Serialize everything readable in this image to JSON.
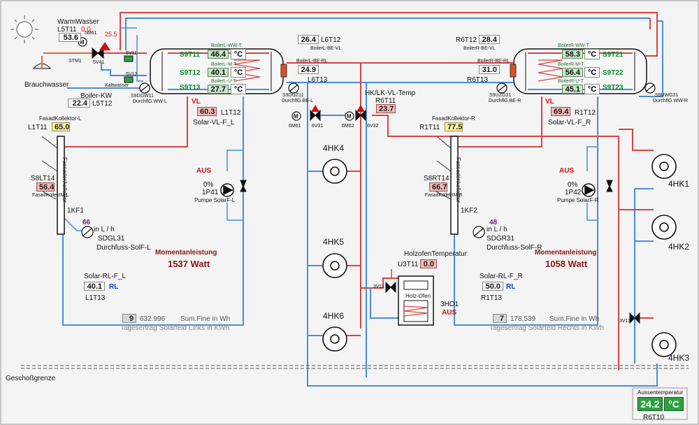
{
  "colors": {
    "hot": "#d94444",
    "cold": "#4a8cdc",
    "ww": "#e0683a",
    "outline": "#111111"
  },
  "sun": {
    "icon": "sun-icon"
  },
  "left": {
    "warmwasser_title": "WarmWasser",
    "l5t11_label": "L5T11",
    "l5t11_value": "0.0",
    "ww_value": "53.6",
    "motor_5m61": "5M61",
    "valve_5v41": "5V41",
    "stm1": "STM1",
    "temp_25": "25.5",
    "sv11": "5V11",
    "sv12": "5V12",
    "brauchwasser": "Brauchwasser",
    "boiler_kw": "Boiler-KW",
    "boiler_kw_value": "22.4",
    "l5t12": "L5T12",
    "kaltwasser": "Kaltwasser",
    "s9dgw11": "S9DGW11",
    "durchfl_w": "DurchflG.WW-L",
    "s9t11": "S9T11",
    "s9t12": "S9T12",
    "s9t13": "S9T13",
    "boiler_ww_t": "BoilerL-WW-T",
    "boiler_m_t": "BoilerL-M-T",
    "boiler_u_t": "BoilerL-U-T",
    "t1": "46.4",
    "t2": "40.1",
    "t3": "27.7",
    "unit_c": "°C",
    "be_vl_value": "26.4",
    "l6t12": "L6T12",
    "be_vl_label": "BoilerL-BE-VL",
    "be_rl_label": "BoilerL-BE-RL",
    "be_rl_value": "24.9",
    "l6t13": "L6T13",
    "s9dgz11": "S9DGZ11",
    "durchfl_be": "DurchflG.BE-L",
    "vl_label": "VL",
    "vl_value": "60.3",
    "l1t12": "L1T12",
    "solar_vl": "Solar-VL-F_L",
    "fasad_kollektor": "FasadKollektor-L",
    "l1t11": "L1T11",
    "l1t11_value": "65.0",
    "s8lt14": "S8LT14",
    "s8lt14_value": "56.4",
    "fasad_kollekt_m": "FasadKollektM-L",
    "fassaden_kollektor": "Fassadenkollektor",
    "kf1": "1KF1",
    "aus": "AUS",
    "percent": "0%",
    "pump_1p41": "1P41",
    "pumpe_solar": "Pumpe SolarF-L",
    "flow_value": "66",
    "flow_unit": "in L / h",
    "sdgl31": "SDGL31",
    "durchfluss": "Durchfuss-SolF-L",
    "solar_rl": "Solar-RL-F_L",
    "rl_value": "40.1",
    "rl_label": "RL",
    "l1t13": "L1T13",
    "momentan_label": "Momentanleistung",
    "momentan_value": "1537 Watt",
    "tages_count": "9",
    "tages_value": "632.996",
    "tages_unit": "Sum.Fine in Wh",
    "tages_label": "Tagesertrag Solarfeld Links in KWh"
  },
  "center": {
    "hk_vl_temp_label": "HK/LK-VL-Temp",
    "r6t11": "R6T11",
    "r6t11_value": "23.7",
    "m61": "6M61",
    "v31": "6V31",
    "m62": "6M62",
    "v32": "6V32",
    "hk4": "4HK4",
    "hk5": "4HK5",
    "hk6": "4HK6",
    "holzofen_temp": "HolzofenTemperatur",
    "u3t11": "U3T11",
    "u3t11_value": "0.0",
    "v11": "3V11",
    "holzofen": "Holz-Ofen",
    "ho1": "3HO1",
    "ho1_status": "AUS",
    "geschoss": "Geschoßgrenze"
  },
  "right": {
    "r6t12": "R6T12",
    "be_vl_value": "28.4",
    "be_vl_label": "BoilerR-BE-VL",
    "be_rl_label": "BoilerR-BE-RL",
    "be_rl_value": "31.0",
    "r6t13": "R6T13",
    "s9uzg31": "S9UZG31",
    "durchfl_be": "DurchflG.BE-R",
    "boiler_ww_t": "BoilerR-WW-T",
    "boiler_m_t": "BoilerR-M-T",
    "boiler_u_t": "BoilerR-U-T",
    "s9t21": "S9T21",
    "s9t22": "S9T22",
    "s9t23": "S9T23",
    "t1": "58.3",
    "t2": "56.4",
    "t3": "45.1",
    "unit_c": "°C",
    "s9uwg31": "S9UWG31",
    "durchfl_w": "DurchflG.WW-R",
    "vl_label": "VL",
    "vl_value": "69.4",
    "r1t12": "R1T12",
    "solar_vl": "Solar-VL-F_R",
    "fasad_kollektor": "FasadKollektor-R",
    "r1t11": "R1T11",
    "r1t11_value": "77.5",
    "s8rt14": "S8RT14",
    "s8rt14_value": "66.7",
    "fasad_kollekt_m": "FasadKollektM-R",
    "fassaden_kollektor": "Fassadenkollektor",
    "kf2": "1KF2",
    "aus": "AUS",
    "percent": "0%",
    "pump_1p42": "1P42",
    "pumpe_solar": "Pumpe SolarF-R",
    "flow_value": "48",
    "flow_unit": "in L / h",
    "sdgr31": "SDGR31",
    "durchfluss": "Durchfuss-SolF-R",
    "solar_rl": "Solar-RL-F_R",
    "rl_value": "50.0",
    "rl_label": "RL",
    "r1t13": "R1T13",
    "momentan_label": "Momentanleistung",
    "momentan_value": "1058 Watt",
    "tages_count": "7",
    "tages_value": "178.539",
    "tages_unit": "Sum.Fine in Wh",
    "tages_label": "Tagesertrag Solarfeld Rechts in KWh",
    "hk1": "4HK1",
    "hk2": "4HK2",
    "hk3": "4HK3",
    "v13": "3V13",
    "aussen_label": "Aussentemperatur",
    "aussen_value": "24.2",
    "aussen_unit": "°C",
    "r6t10": "R6T10"
  }
}
